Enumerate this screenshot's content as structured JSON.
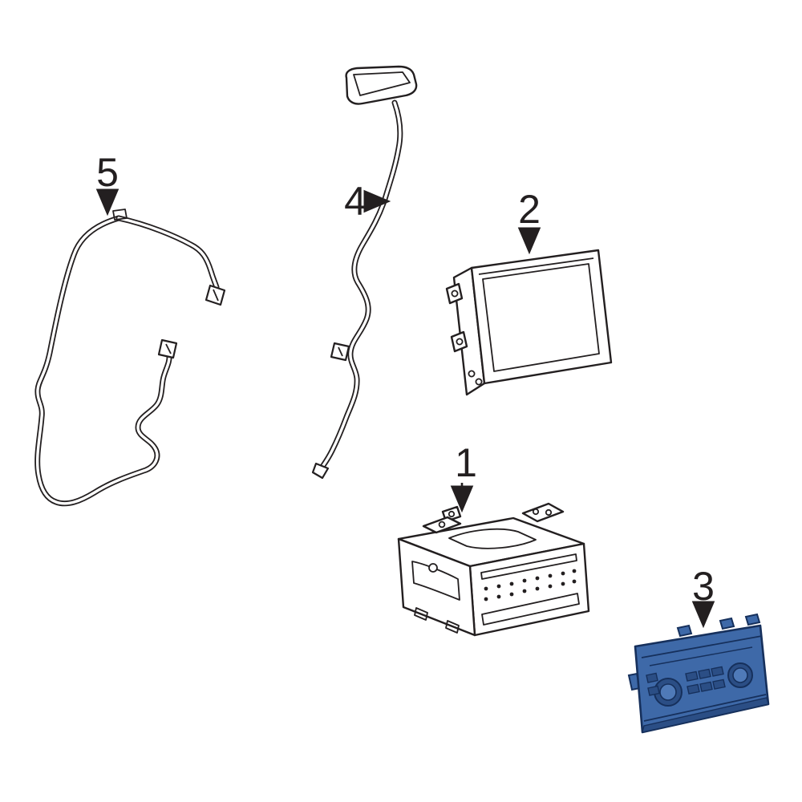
{
  "page": {
    "background": "#ffffff"
  },
  "diagram": {
    "line_color": "#231f20",
    "highlight": {
      "fill": "#3e69a8",
      "fill_dark": "#2b4e85",
      "stroke": "#16305c",
      "knob_inner": "#4f7ab8"
    },
    "callouts": [
      {
        "label": "1",
        "part": "radio-receiver"
      },
      {
        "label": "2",
        "part": "display-screen"
      },
      {
        "label": "3",
        "part": "control-panel"
      },
      {
        "label": "4",
        "part": "antenna-cable"
      },
      {
        "label": "5",
        "part": "wiring-harness"
      }
    ]
  }
}
